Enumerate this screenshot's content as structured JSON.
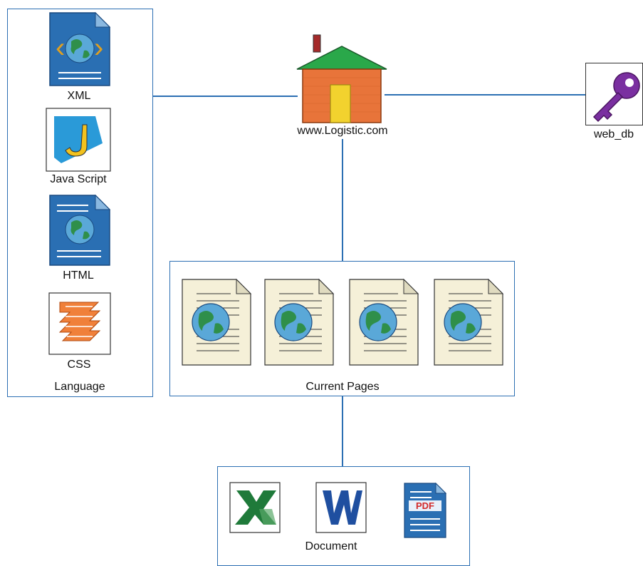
{
  "root": {
    "label": "www.Logistic.com"
  },
  "database": {
    "label": "web_db"
  },
  "language_group": {
    "title": "Language",
    "items": [
      {
        "label": "XML",
        "icon": "xml-file-icon"
      },
      {
        "label": "Java Script",
        "icon": "javascript-file-icon"
      },
      {
        "label": "HTML",
        "icon": "html-file-icon"
      },
      {
        "label": "CSS",
        "icon": "css-file-icon"
      }
    ]
  },
  "pages_group": {
    "title": "Current Pages",
    "items": [
      {
        "icon": "web-page-icon"
      },
      {
        "icon": "web-page-icon"
      },
      {
        "icon": "web-page-icon"
      },
      {
        "icon": "web-page-icon"
      }
    ]
  },
  "document_group": {
    "title": "Document",
    "items": [
      {
        "icon": "excel-icon"
      },
      {
        "icon": "word-icon"
      },
      {
        "icon": "pdf-icon",
        "badge": "PDF"
      }
    ]
  },
  "colors": {
    "line": "#2c6fb3",
    "house_roof": "#2aa84a",
    "house_wall": "#e8743a",
    "house_door": "#f2d22e",
    "key": "#7a2fa0",
    "globe_ocean": "#5aa8d8",
    "globe_land": "#2f8f4a",
    "page_paper": "#f5f0d8",
    "excel_green": "#1f7a3a",
    "word_blue": "#1f4fa0",
    "pdf_red": "#d22a2a"
  }
}
